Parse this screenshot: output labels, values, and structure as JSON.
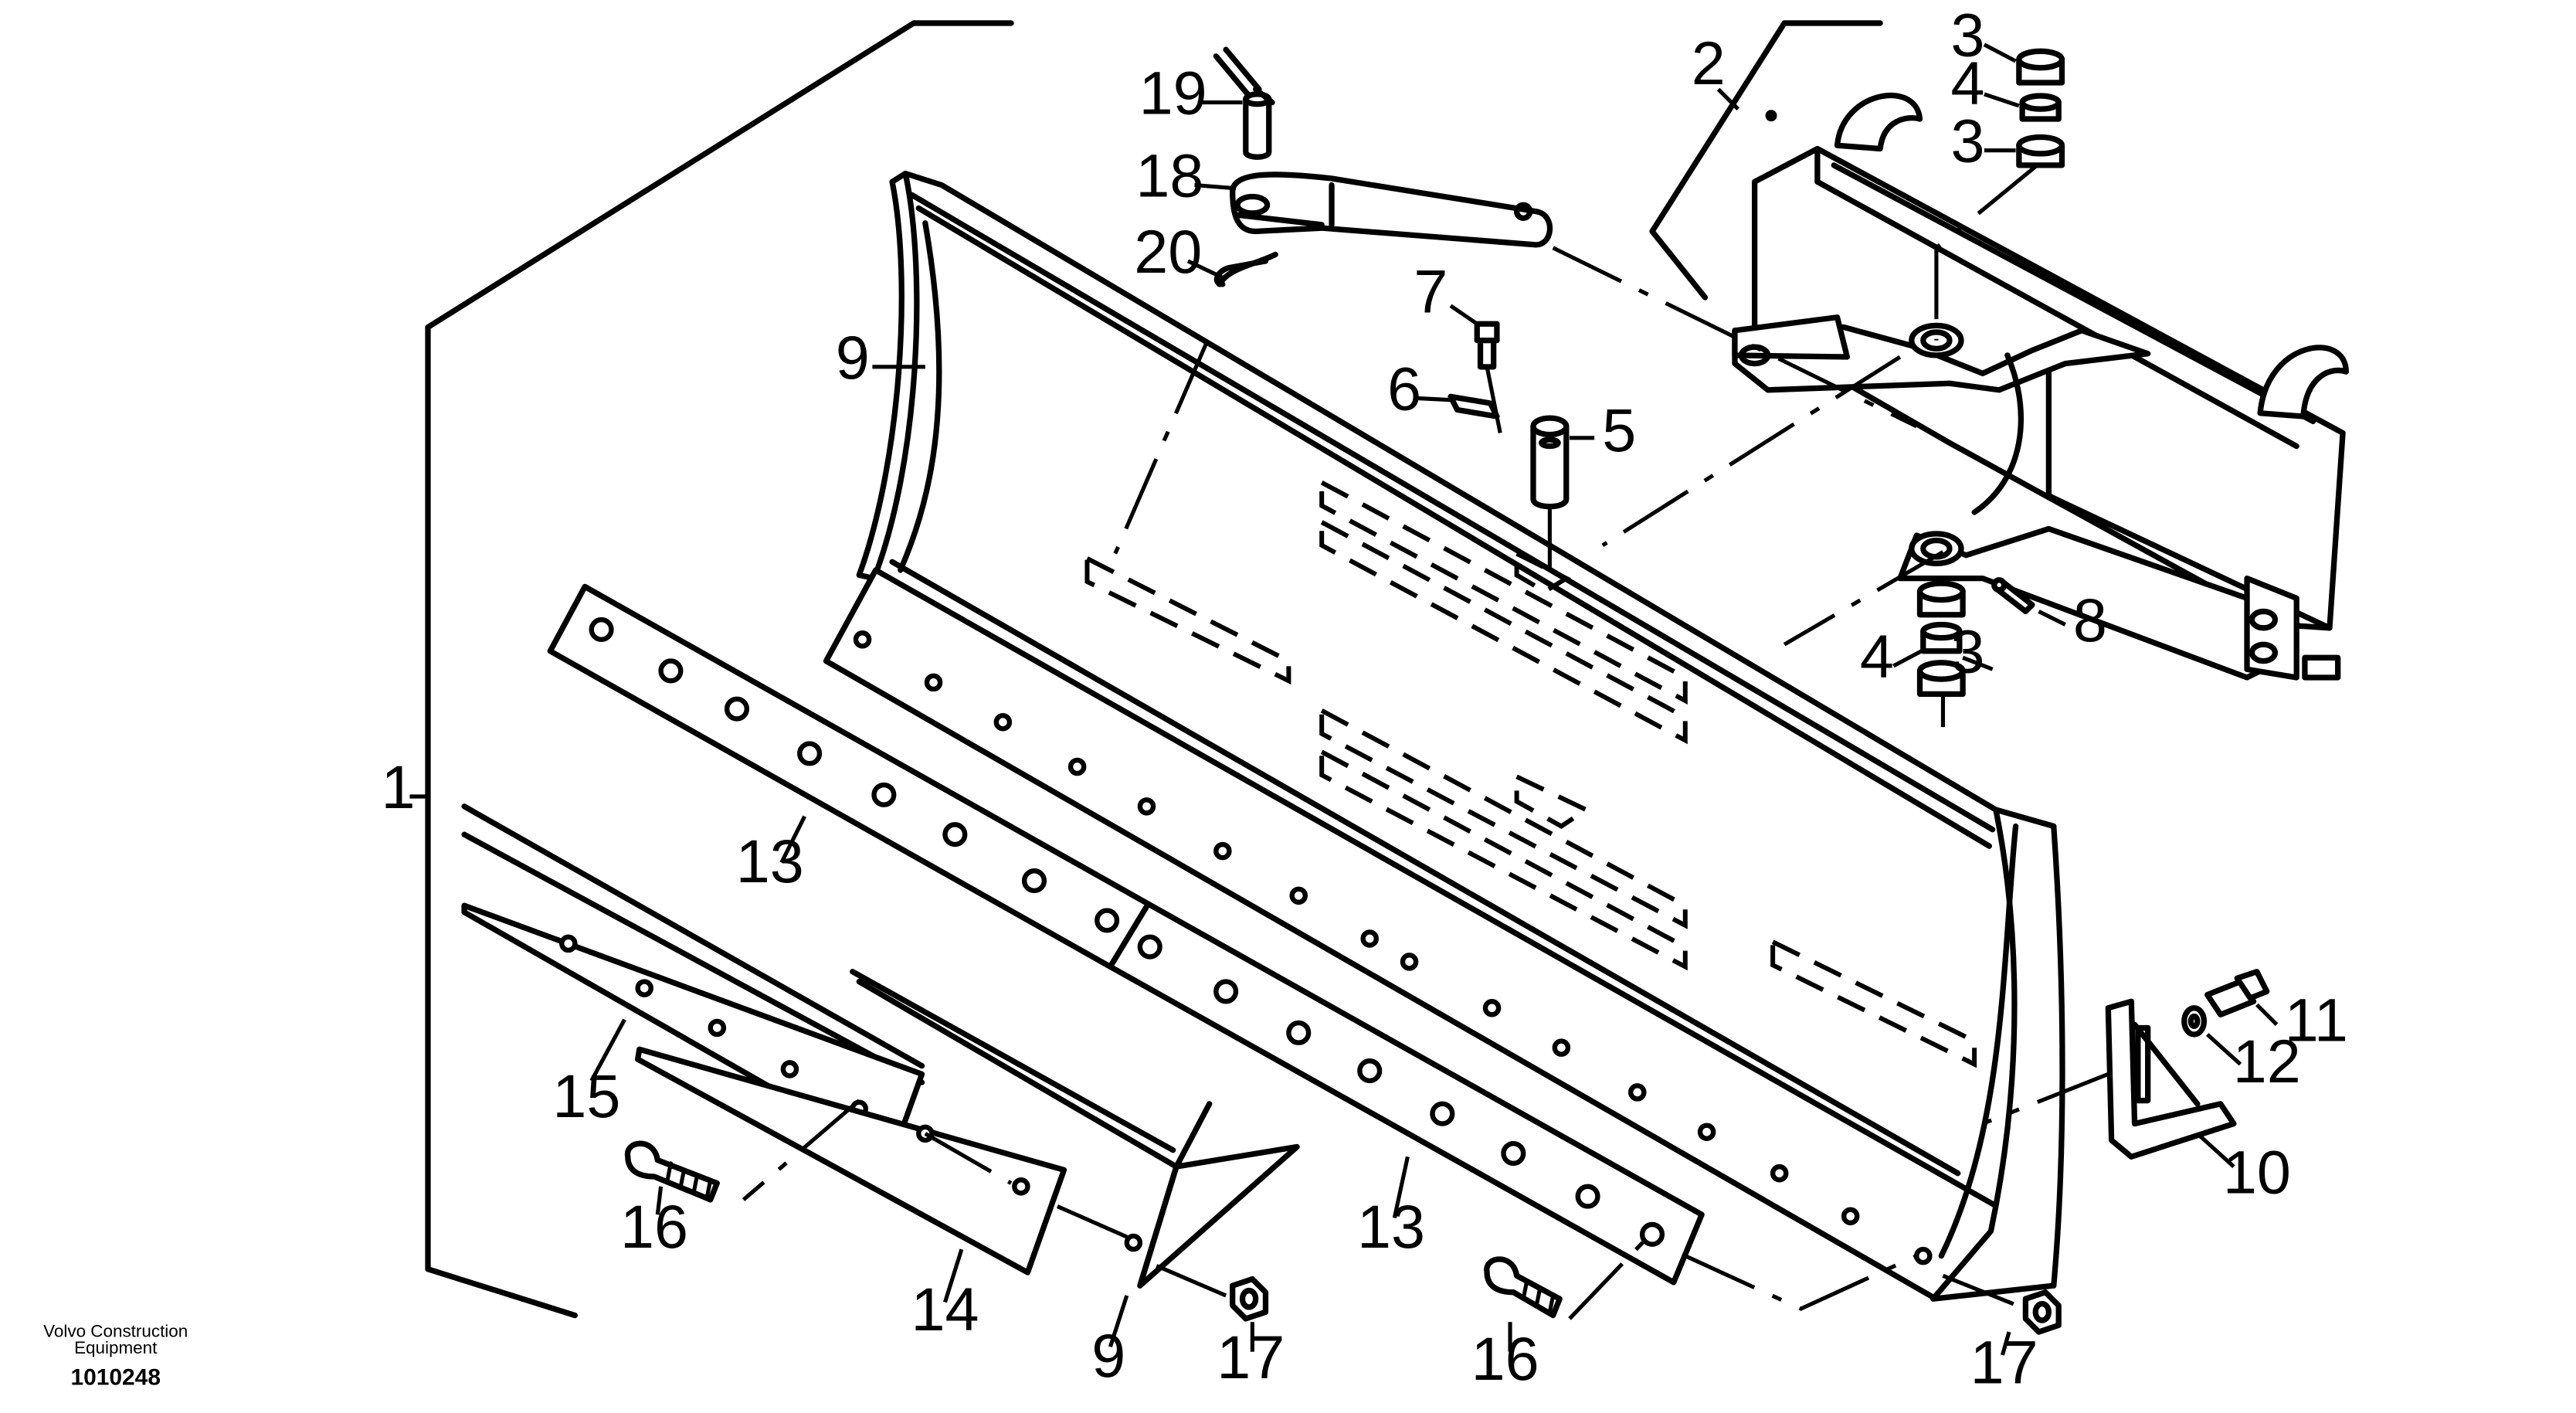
{
  "drawing": {
    "brand_line_1": "Volvo Construction",
    "brand_line_2": "Equipment",
    "document_number": "1010248"
  },
  "callouts": [
    {
      "id": "c1",
      "text": "1"
    },
    {
      "id": "c2",
      "text": "2"
    },
    {
      "id": "c3a",
      "text": "3"
    },
    {
      "id": "c4a",
      "text": "4"
    },
    {
      "id": "c3b",
      "text": "3"
    },
    {
      "id": "c19",
      "text": "19"
    },
    {
      "id": "c18",
      "text": "18"
    },
    {
      "id": "c20",
      "text": "20"
    },
    {
      "id": "c9a",
      "text": "9"
    },
    {
      "id": "c7",
      "text": "7"
    },
    {
      "id": "c6",
      "text": "6"
    },
    {
      "id": "c5",
      "text": "5"
    },
    {
      "id": "c8",
      "text": "8"
    },
    {
      "id": "c4b",
      "text": "4"
    },
    {
      "id": "c3c",
      "text": "3"
    },
    {
      "id": "c13a",
      "text": "13"
    },
    {
      "id": "c15",
      "text": "15"
    },
    {
      "id": "c16a",
      "text": "16"
    },
    {
      "id": "c14",
      "text": "14"
    },
    {
      "id": "c9b",
      "text": "9"
    },
    {
      "id": "c17a",
      "text": "17"
    },
    {
      "id": "c13b",
      "text": "13"
    },
    {
      "id": "c16b",
      "text": "16"
    },
    {
      "id": "c17b",
      "text": "17"
    },
    {
      "id": "c11",
      "text": "11"
    },
    {
      "id": "c12",
      "text": "12"
    },
    {
      "id": "c10",
      "text": "10"
    }
  ]
}
